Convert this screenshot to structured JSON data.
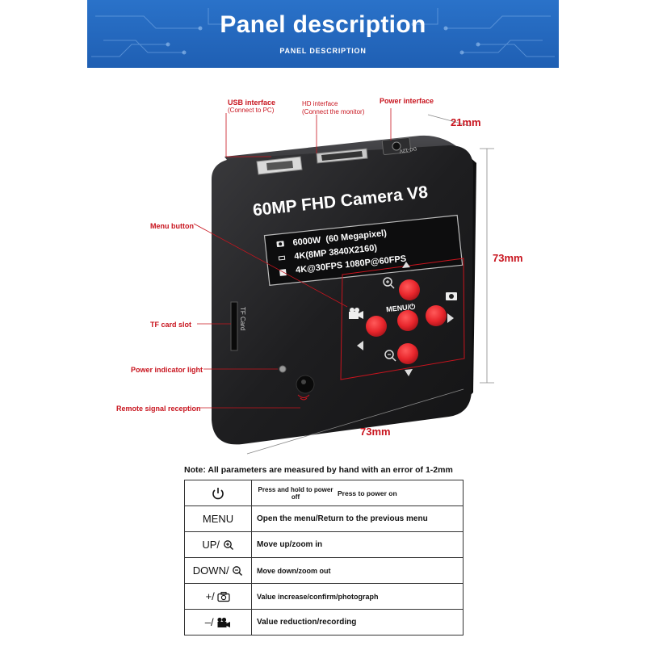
{
  "header": {
    "title": "Panel description",
    "subtitle": "PANEL DESCRIPTION"
  },
  "device": {
    "name": "60MP FHD Camera V8",
    "specs": [
      "6000W  (60 Megapixel)",
      "4K(8MP 3840X2160)",
      "4K@30FPS 1080P@60FPS"
    ],
    "menu_label": "MENU/⏻",
    "tf_label": "TF Card",
    "port_label": "DC-12V"
  },
  "callouts": {
    "usb": "USB interface",
    "usb_sub": "(Connect to PC)",
    "hd": "HD interface",
    "hd_sub": "(Connect the monitor)",
    "power": "Power interface",
    "menu_button": "Menu button",
    "tf_slot": "TF card slot",
    "indicator": "Power indicator light",
    "remote": "Remote signal reception"
  },
  "dimensions": {
    "depth": "21mm",
    "height": "73mm",
    "width": "73mm"
  },
  "note": "Note: All parameters are measured by hand with an error of 1-2mm",
  "table": {
    "rows": [
      {
        "key": "",
        "icon": "power-icon",
        "hold": "Press and hold to power off",
        "press": "Press to power on"
      },
      {
        "key": "MENU",
        "desc": "Open the menu/Return to the previous menu"
      },
      {
        "key": "UP/",
        "icon": "zoom-in-icon",
        "desc": "Move up/zoom in"
      },
      {
        "key": "DOWN/",
        "icon": "zoom-out-icon",
        "desc": "Move down/zoom out"
      },
      {
        "key": "+/",
        "icon": "camera-icon",
        "desc": "Value increase/confirm/photograph"
      },
      {
        "key": "–/",
        "icon": "video-camera-icon",
        "desc": "Value reduction/recording"
      }
    ]
  },
  "colors": {
    "banner": "#2567bf",
    "accent_red": "#c8141e",
    "button_red": "#e8262c",
    "body_dark": "#1d1d1f"
  }
}
